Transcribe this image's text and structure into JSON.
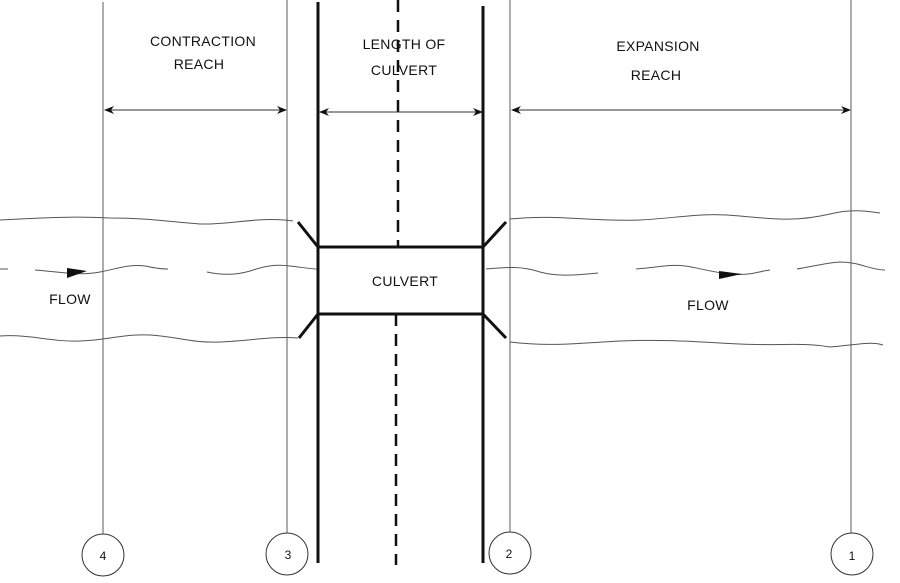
{
  "diagram": {
    "title": "Culvert reach definitions",
    "labels": {
      "contraction_reach_line1": "CONTRACTION",
      "contraction_reach_line2": "REACH",
      "culvert_length_line1": "LENGTH OF",
      "culvert_length_line2": "CULVERT",
      "expansion_reach_line1": "EXPANSION",
      "expansion_reach_line2": "REACH",
      "culvert": "CULVERT",
      "flow_left": "FLOW",
      "flow_right": "FLOW"
    },
    "cross_sections": [
      {
        "id": "4",
        "label": "4"
      },
      {
        "id": "3",
        "label": "3"
      },
      {
        "id": "2",
        "label": "2"
      },
      {
        "id": "1",
        "label": "1"
      }
    ],
    "colors": {
      "line": "#111111",
      "thin_line": "#777777",
      "background": "#ffffff"
    }
  }
}
